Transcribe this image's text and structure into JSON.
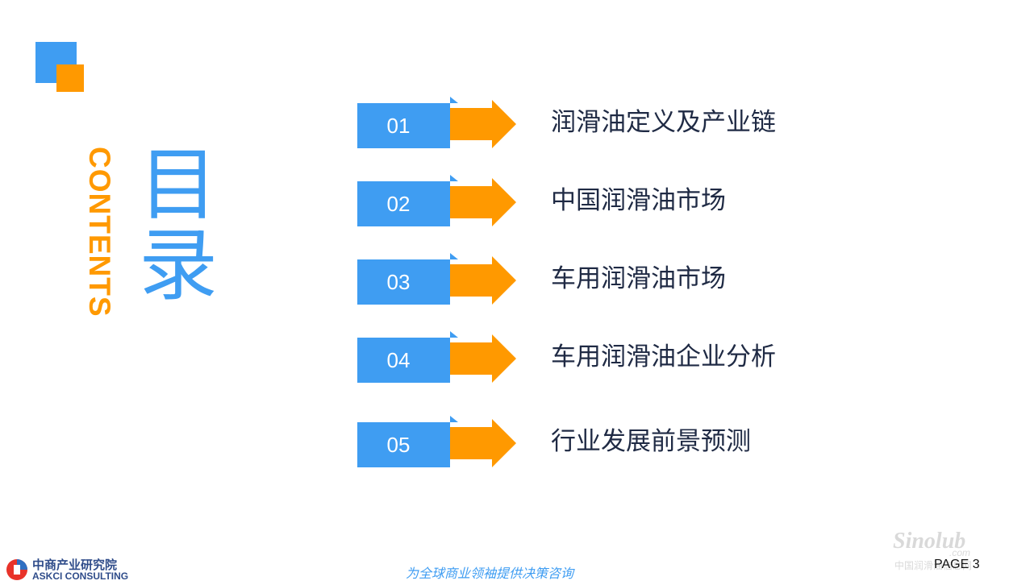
{
  "slide": {
    "big_title_chars": [
      "目",
      "录"
    ],
    "contents_word": "CONTENTS"
  },
  "items": [
    {
      "num": "01",
      "label": "润滑油定义及产业链"
    },
    {
      "num": "02",
      "label": "中国润滑油市场"
    },
    {
      "num": "03",
      "label": "车用润滑油市场"
    },
    {
      "num": "04",
      "label": "车用润滑油企业分析"
    },
    {
      "num": "05",
      "label": "行业发展前景预测"
    }
  ],
  "footer": {
    "logo_cn": "中商产业研究院",
    "logo_en": "ASKCI CONSULTING",
    "slogan": "为全球商业领袖提供决策咨询",
    "page_label": "PAGE  3",
    "watermark_text": "Sinolub",
    "watermark_sub": ".com",
    "watermark_cn": "中国润滑油信息网"
  },
  "colors": {
    "accent_blue": "#3f9df2",
    "accent_orange": "#ff9900",
    "text_dark": "#1f2a44"
  }
}
